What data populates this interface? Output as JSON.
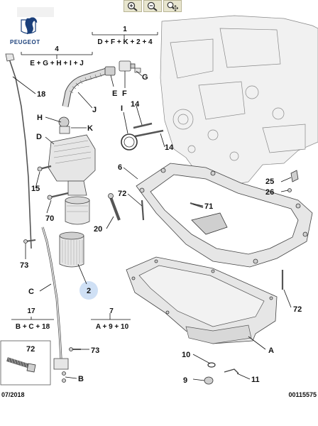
{
  "brand": {
    "name": "PEUGEOT",
    "color": "#1a3f7a"
  },
  "toolbar": [
    {
      "icon": "zoom-in-icon"
    },
    {
      "icon": "zoom-out-icon"
    },
    {
      "icon": "zoom-move-icon"
    }
  ],
  "groups": {
    "g1": {
      "num": "1",
      "formula": "D + F + K + 2 + 4"
    },
    "g4": {
      "num": "4",
      "formula": "E + G + H + I + J"
    },
    "g17": {
      "num": "17",
      "formula": "B + C + 18"
    },
    "g7": {
      "num": "7",
      "formula": "A + 9 + 10"
    }
  },
  "callouts": {
    "c18": "18",
    "cJ": "J",
    "cE": "E",
    "cF": "F",
    "cG": "G",
    "cH": "H",
    "cK": "K",
    "cD": "D",
    "cI": "I",
    "c14a": "14",
    "c14b": "14",
    "c15": "15",
    "c70": "70",
    "c6": "6",
    "c72a": "72",
    "c71": "71",
    "c25": "25",
    "c26": "26",
    "c20": "20",
    "c73a": "73",
    "cC": "C",
    "c2": "2",
    "c72b": "72",
    "cA": "A",
    "c73b": "73",
    "cB": "B",
    "c10": "10",
    "c9": "9",
    "c11": "11"
  },
  "inset": {
    "label": "72"
  },
  "footer": {
    "date": "07/2018",
    "ref": "00115575"
  },
  "highlight_color": "#cfe0f5"
}
